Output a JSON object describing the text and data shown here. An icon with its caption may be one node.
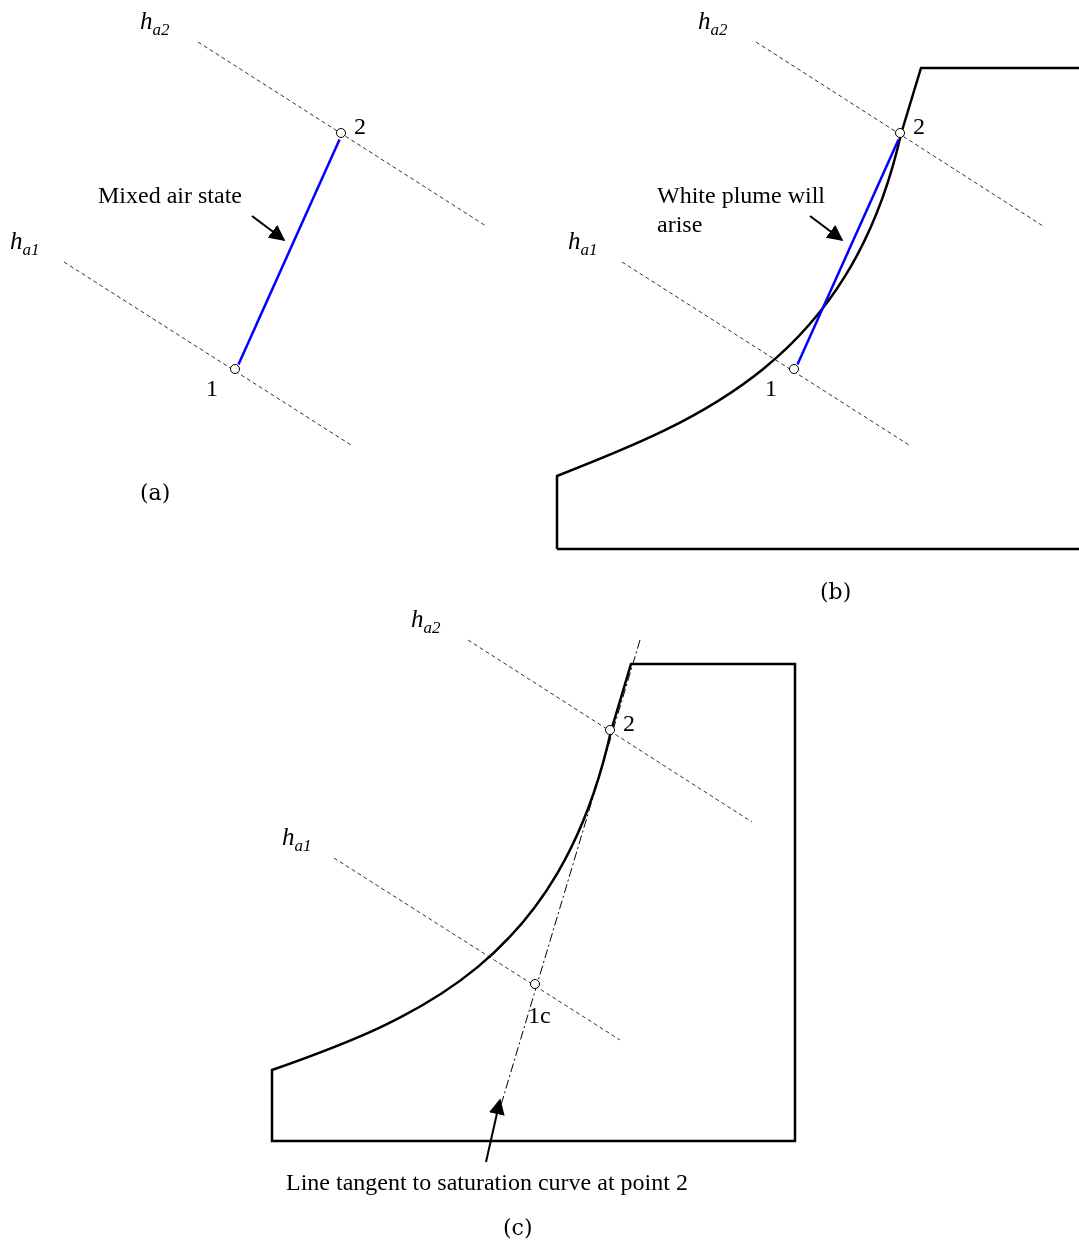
{
  "diagram": {
    "nodes": [
      {
        "text": [
          "Mixed air state"
        ]
      },
      {
        "text": [],
        "shape": "circle",
        "beside": [
          "2"
        ]
      },
      {
        "text": [],
        "shape": "circle",
        "beside": [
          "1"
        ]
      },
      {
        "text": [
          "White plume will arise"
        ]
      },
      {
        "text": [],
        "shape": "circle",
        "beside": [
          "2"
        ]
      },
      {
        "text": [],
        "shape": "circle",
        "beside": [
          "1"
        ]
      },
      {
        "text": [],
        "shape": "circle",
        "beside": [
          "2"
        ]
      },
      {
        "text": [],
        "shape": "circle",
        "beside": [
          "1c"
        ]
      },
      {
        "text": [
          "Line tangent to saturation curve at point 2"
        ]
      }
    ],
    "edges": [
      {
        "from": 0,
        "to": null,
        "arrow": "to"
      },
      {
        "from": 2,
        "to": 1,
        "arrow": "none",
        "color": "#0000ff"
      },
      {
        "from": 3,
        "to": null,
        "arrow": "to"
      },
      {
        "from": 5,
        "to": 4,
        "arrow": "none",
        "color": "#0000ff"
      },
      {
        "from": 8,
        "to": null,
        "arrow": "to"
      }
    ],
    "labels": [
      "*h*$_{a2}$",
      "*h*$_{a1}$",
      "(a)",
      "*h*$_{a2}$",
      "*h*$_{a1}$",
      "(b)",
      "*h*$_{a2}$",
      "*h*$_{a1}$",
      "(c)"
    ]
  }
}
